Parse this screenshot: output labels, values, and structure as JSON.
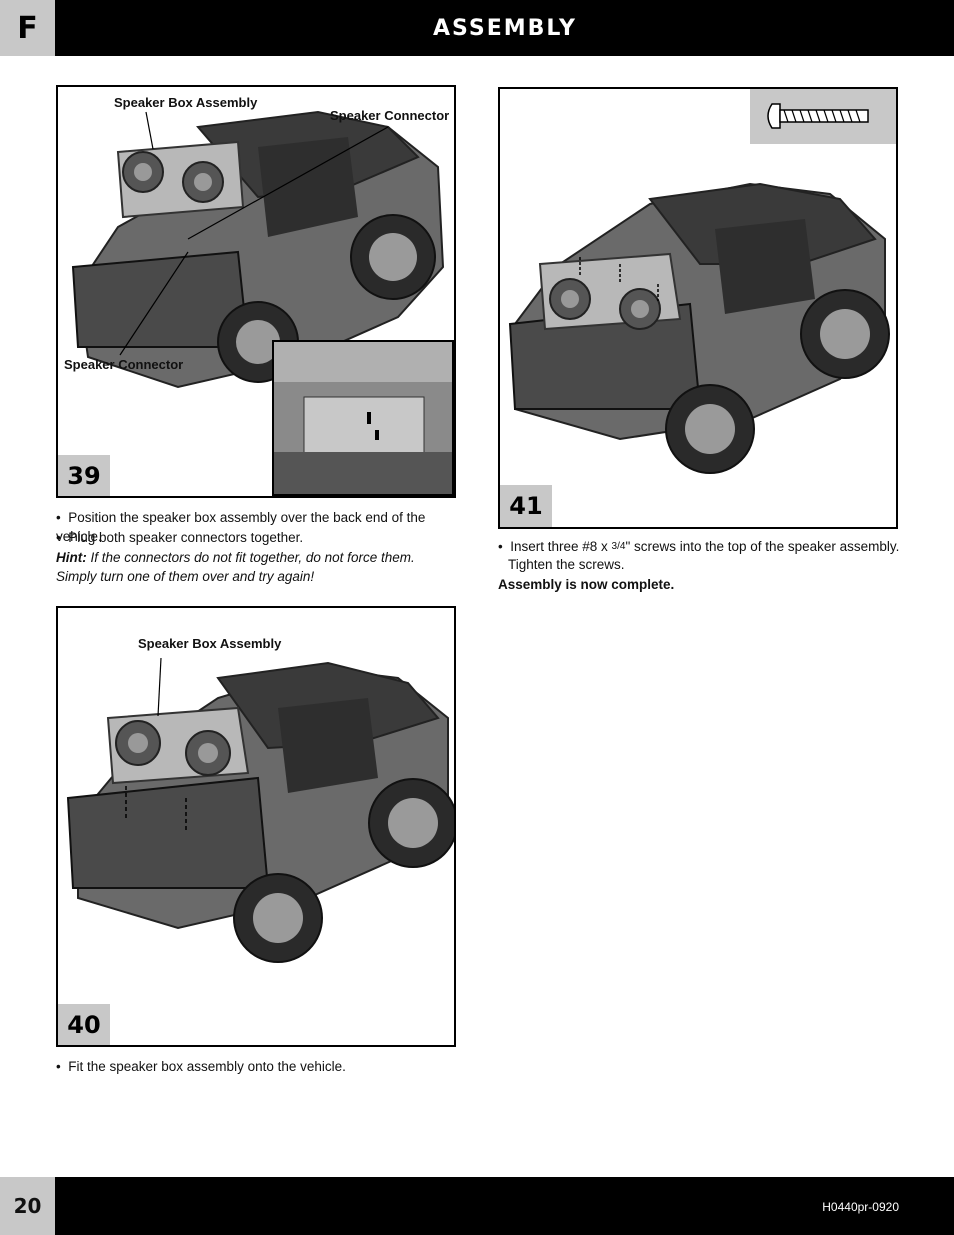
{
  "header": {
    "section_letter": "F",
    "title": "ASSEMBLY"
  },
  "step39": {
    "number": "39",
    "callouts": {
      "speaker_box_assembly": "Speaker Box Assembly",
      "speaker_connector_top": "Speaker Connector",
      "speaker_connector_left": "Speaker Connector"
    },
    "bullets": [
      "Position the speaker box assembly over the back end of the vehicle.",
      "Plug both speaker connectors together."
    ],
    "hint_label": "Hint:",
    "hint_text": "If the connectors do not fit together, do not force them. Simply turn one of them over and try again!"
  },
  "step40": {
    "number": "40",
    "callouts": {
      "speaker_box_assembly": "Speaker Box Assembly"
    },
    "bullets": [
      "Fit the speaker box assembly onto the vehicle."
    ]
  },
  "step41": {
    "number": "41",
    "bullet_prefix": "Insert three #8 x ",
    "bullet_fraction": "3/4",
    "bullet_suffix": "\" screws into the top of the speaker assembly.",
    "bullet_line2": "Tighten the screws.",
    "complete": "Assembly is now complete."
  },
  "footer": {
    "page_number": "20",
    "doc_id": "H0440pr-0920"
  },
  "colors": {
    "header_bg": "#000000",
    "tab_gray": "#c8c8c8",
    "vehicle_dark": "#3a3a3a"
  }
}
